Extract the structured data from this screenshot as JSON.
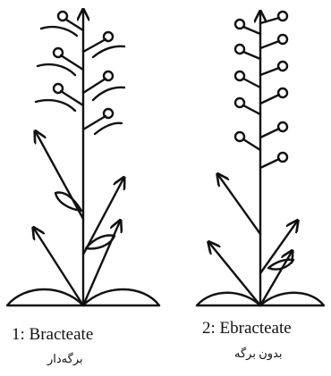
{
  "figures": [
    {
      "id": "bracteate",
      "label_en": "1: Bracteate",
      "label_fa": "برگه‌دار",
      "has_bracts": true
    },
    {
      "id": "ebracteate",
      "label_en": "2: Ebracteate",
      "label_fa": "بدون برگه",
      "has_bracts": false
    }
  ],
  "colors": {
    "ink": "#111111",
    "background": "#ffffff"
  }
}
